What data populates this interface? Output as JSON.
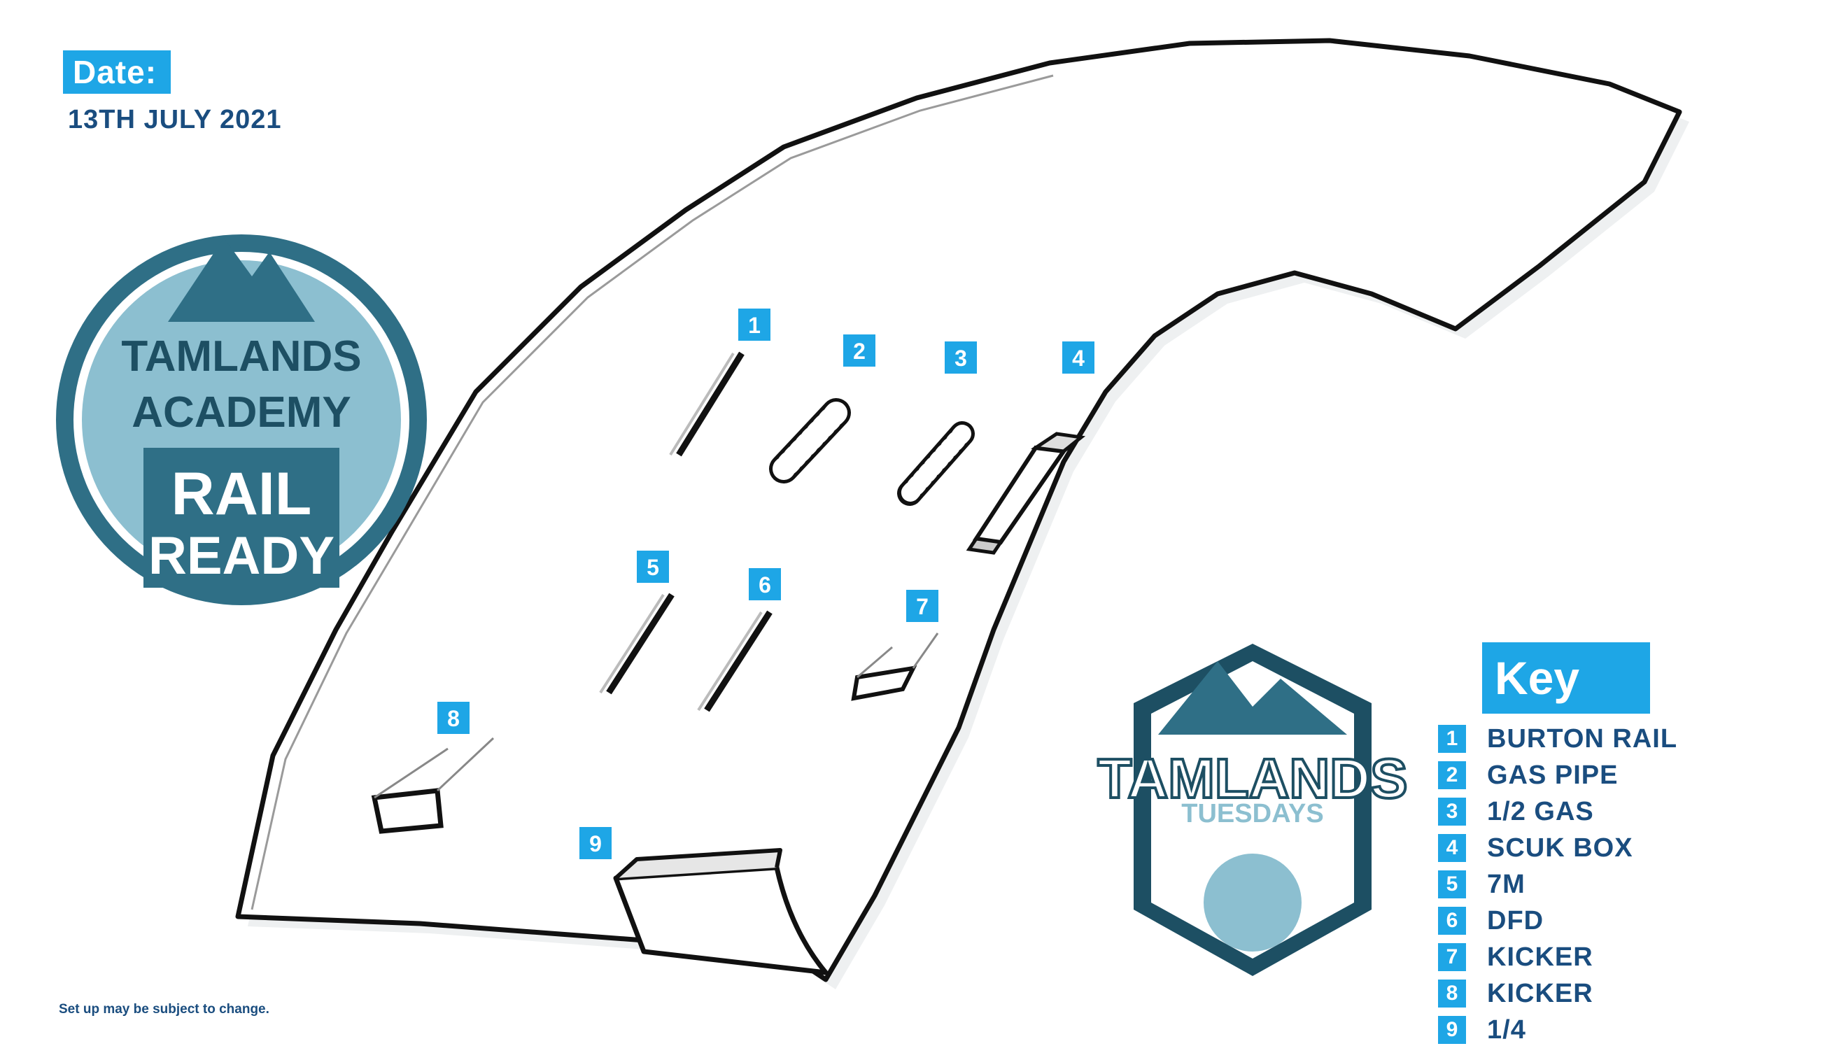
{
  "header": {
    "date_label": "Date:",
    "date_value": "13TH JULY 2021"
  },
  "footer": {
    "disclaimer": "Set up may be subject to change."
  },
  "logos": {
    "academy": {
      "line1": "TAMLANDS",
      "line2": "ACADEMY",
      "line3": "RAIL",
      "line4": "READY"
    },
    "tuesdays": {
      "line1": "TAMLANDS",
      "line2": "TUESDAYS"
    }
  },
  "features": [
    {
      "num": "1"
    },
    {
      "num": "2"
    },
    {
      "num": "3"
    },
    {
      "num": "4"
    },
    {
      "num": "5"
    },
    {
      "num": "6"
    },
    {
      "num": "7"
    },
    {
      "num": "8"
    },
    {
      "num": "9"
    }
  ],
  "key": {
    "title": "Key",
    "items": [
      {
        "num": "1",
        "label": "BURTON RAIL"
      },
      {
        "num": "2",
        "label": "GAS PIPE"
      },
      {
        "num": "3",
        "label": "1/2 GAS"
      },
      {
        "num": "4",
        "label": "SCUK BOX"
      },
      {
        "num": "5",
        "label": "7M"
      },
      {
        "num": "6",
        "label": "DFD"
      },
      {
        "num": "7",
        "label": "KICKER"
      },
      {
        "num": "8",
        "label": "KICKER"
      },
      {
        "num": "9",
        "label": "1/4"
      }
    ]
  },
  "colors": {
    "badge_blue": "#1ea6e6",
    "text_navy": "#1a4d7f",
    "logo_teal": "#2f6f86",
    "logo_light": "#8cbfd0"
  }
}
